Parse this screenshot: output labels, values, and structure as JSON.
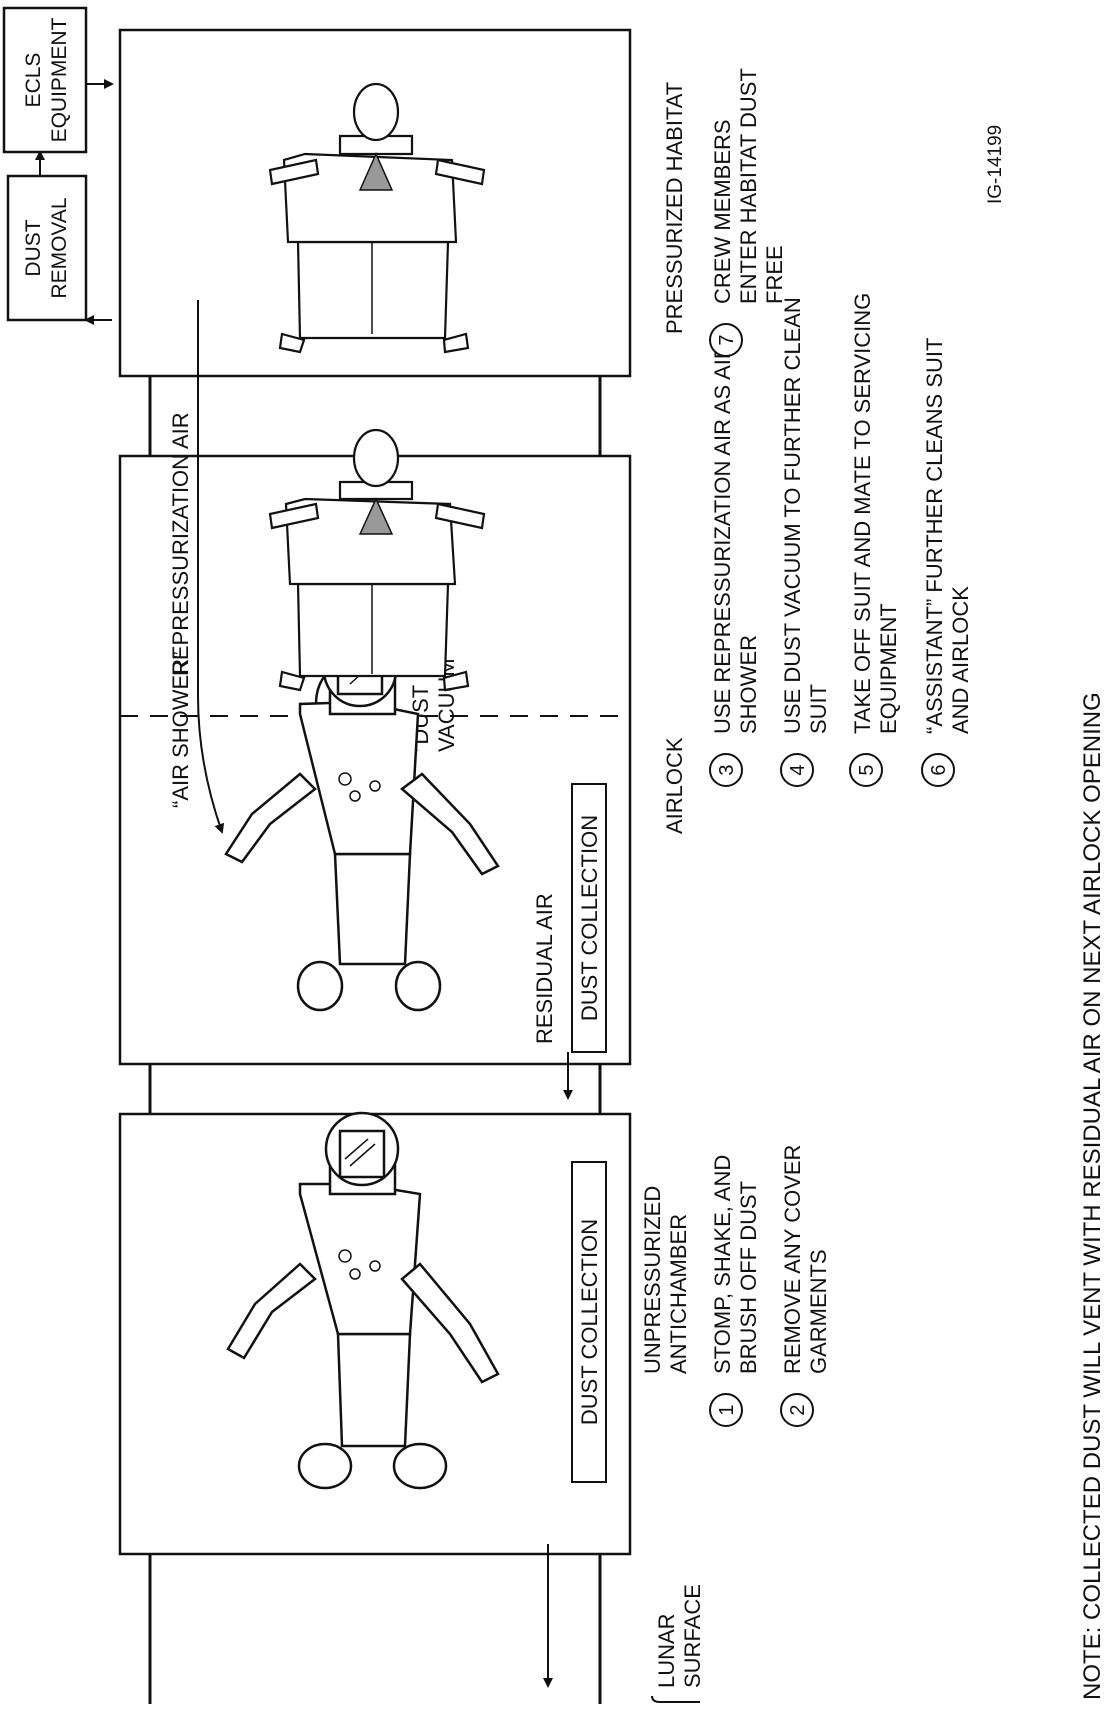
{
  "labels": {
    "lunar_surface": [
      "LUNAR",
      "SURFACE"
    ],
    "residual_air": "RESIDUAL AIR",
    "repressurization_air": "REPRESSURIZATION AIR",
    "air_shower": "“AIR SHOWER”",
    "dust_vacuum": [
      "“DUST",
      "VACUUM”"
    ],
    "dust_collection_1": "DUST COLLECTION",
    "dust_collection_2": "DUST COLLECTION",
    "dust_removal": [
      "DUST",
      "REMOVAL"
    ],
    "ecls_equipment": [
      "ECLS",
      "EQUIPMENT"
    ],
    "figure_id": "IG-14199"
  },
  "sections": {
    "antichamber": [
      "UNPRESSURIZED",
      "ANTICHAMBER"
    ],
    "airlock": "AIRLOCK",
    "habitat": "PRESSURIZED HABITAT"
  },
  "steps": [
    {
      "num": "1",
      "lines": [
        "STOMP, SHAKE, AND",
        "BRUSH OFF DUST"
      ]
    },
    {
      "num": "2",
      "lines": [
        "REMOVE ANY COVER",
        "GARMENTS"
      ]
    },
    {
      "num": "3",
      "lines": [
        "USE REPRESSURIZATION AIR AS AIR",
        "SHOWER"
      ]
    },
    {
      "num": "4",
      "lines": [
        "USE DUST VACUUM TO FURTHER CLEAN",
        "SUIT"
      ]
    },
    {
      "num": "5",
      "lines": [
        "TAKE OFF SUIT AND MATE TO SERVICING",
        "EQUIPMENT"
      ]
    },
    {
      "num": "6",
      "lines": [
        "“ASSISTANT” FURTHER CLEANS SUIT",
        "AND AIRLOCK"
      ]
    },
    {
      "num": "7",
      "lines": [
        "CREW MEMBERS",
        "ENTER HABITAT DUST",
        "FREE"
      ]
    }
  ],
  "note": "NOTE:  COLLECTED DUST WILL VENT WITH RESIDUAL AIR ON NEXT AIRLOCK OPENING"
}
